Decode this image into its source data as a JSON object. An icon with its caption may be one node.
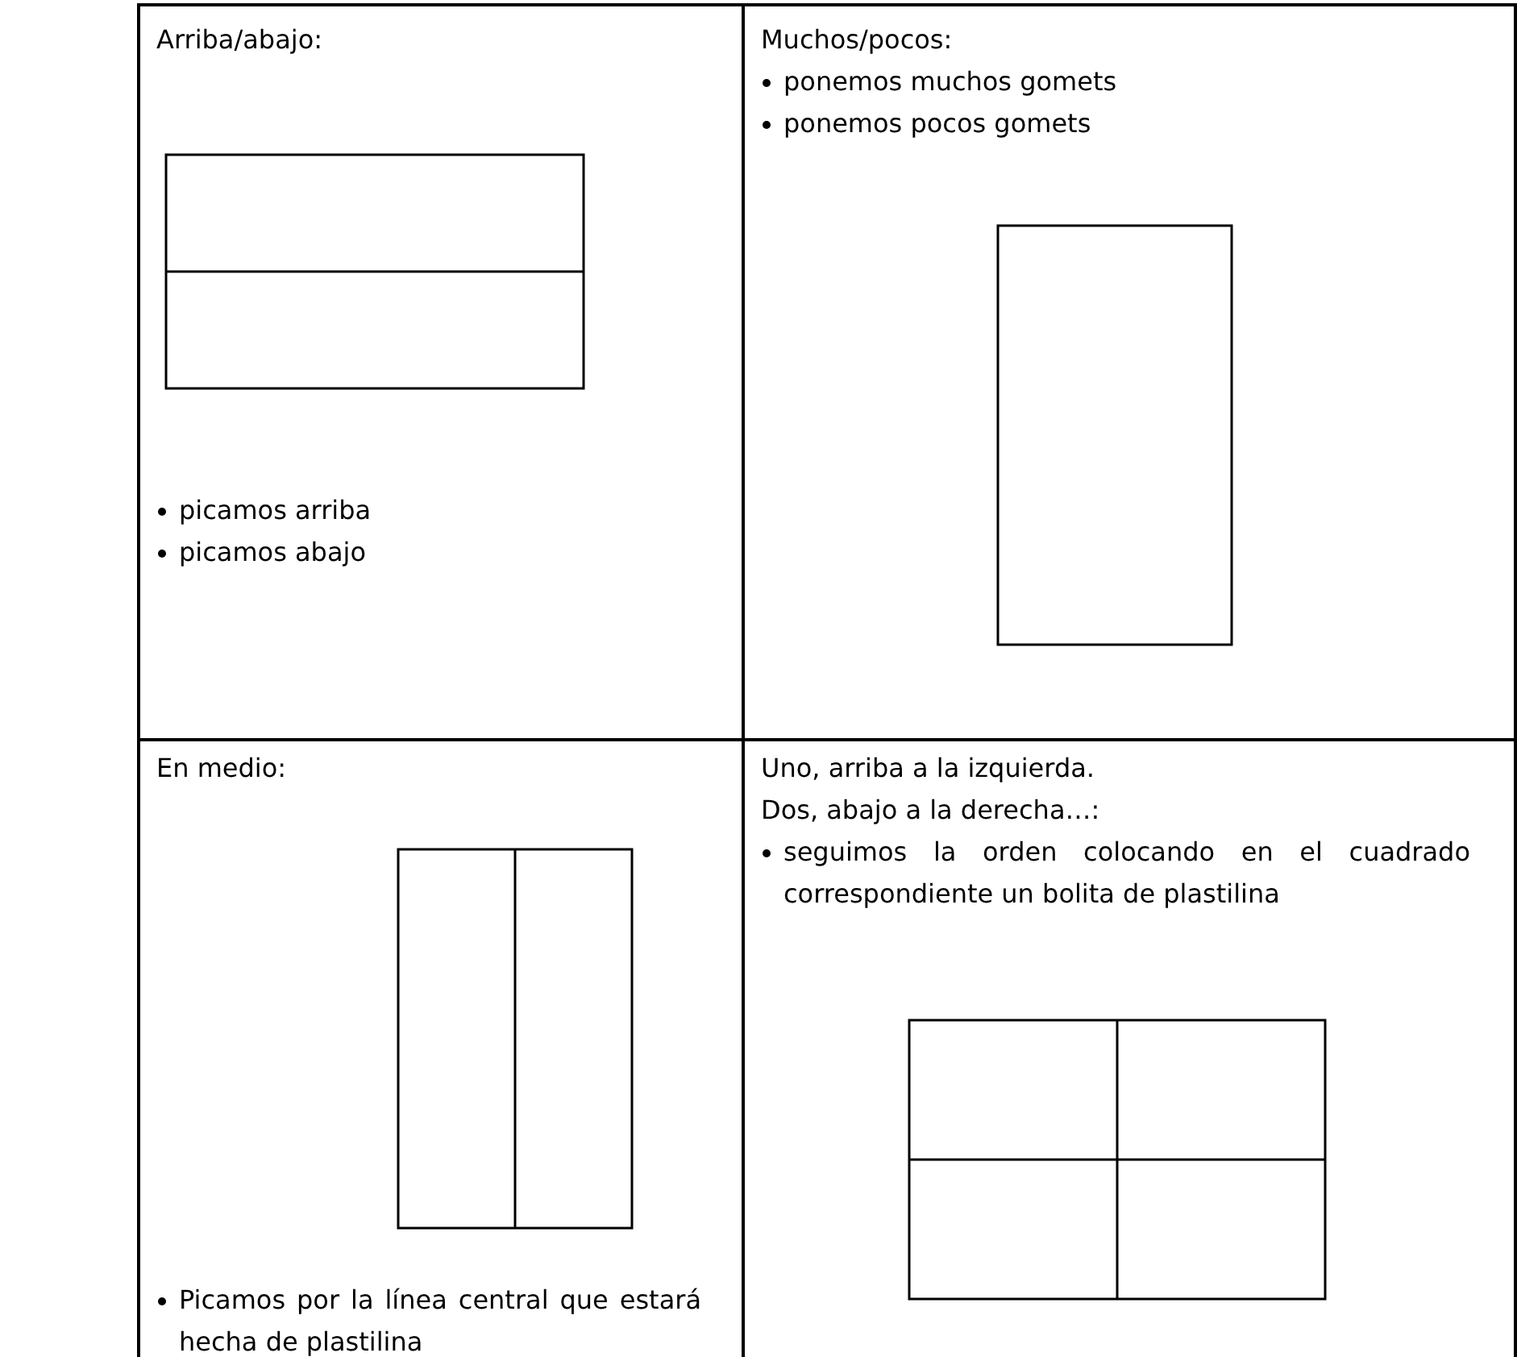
{
  "diagram": {
    "nodes": [
      {
        "text": [
          "Arriba/abajo:",
          "picamos arriba",
          "picamos abajo"
        ]
      },
      {
        "text": [
          "Muchos/pocos:",
          "ponemos muchos gomets",
          "ponemos pocos gomets"
        ]
      },
      {
        "text": [
          "En medio:",
          "Picamos por la línea central que estará hecha de plastilina"
        ]
      },
      {
        "text": [
          "Uno, arriba a la izquierda.",
          "Dos, abajo a la derecha…:",
          "seguimos la orden colocando en el cuadrado correspondiente un bolita de plastilina"
        ]
      }
    ]
  }
}
